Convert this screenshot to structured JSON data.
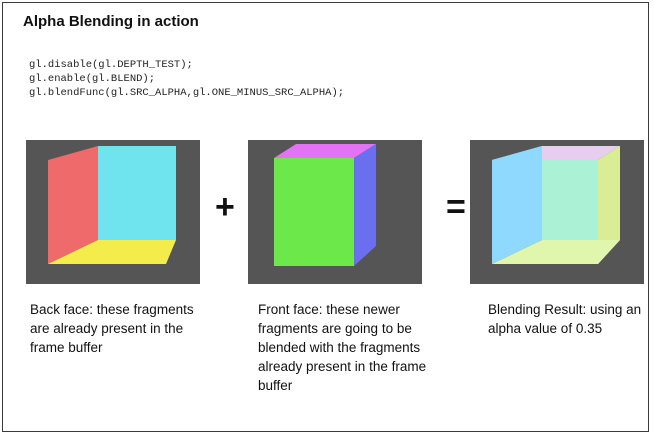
{
  "title": "Alpha Blending in action",
  "code_lines": [
    "gl.disable(gl.DEPTH_TEST);",
    "gl.enable(gl.BLEND);",
    "gl.blendFunc(gl.SRC_ALPHA,gl.ONE_MINUS_SRC_ALPHA);"
  ],
  "operators": {
    "plus": "+",
    "equals": "="
  },
  "captions": {
    "back": "Back face: these fragments are already present in the frame buffer",
    "front": "Front face: these newer fragments are going to be blended with the fragments already present in the frame buffer",
    "result": "Blending Result: using an alpha value of 0.35"
  },
  "colors": {
    "background": "#555555",
    "back_left": "#ef6a6a",
    "back_right": "#6fe3ee",
    "back_floor": "#f3ec4a",
    "front_face": "#6ce84a",
    "front_top": "#e472f4",
    "front_side": "#6a6ff0",
    "result_left": "#8fd8ff",
    "result_center": "#9ff0d0",
    "result_right": "#d7eb86",
    "result_top": "#e4c8ee",
    "result_floor": "#e0f6ac"
  }
}
